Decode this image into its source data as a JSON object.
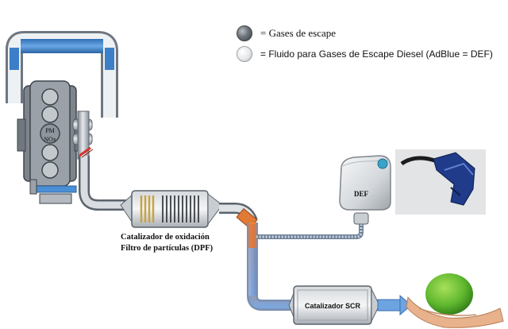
{
  "legend": {
    "exhaust_gas_label": "= Gases de escape",
    "def_label": "= Fluido para Gases de Escape Diesel (AdBlue = DEF)"
  },
  "engine": {
    "pm_label": "PM",
    "nox_label": "NOx"
  },
  "dpf": {
    "line1": "Catalizador de oxidación",
    "line2": "Filtro de partículas (DPF)"
  },
  "def_tank": {
    "label": "DEF"
  },
  "scr": {
    "label": "Catalizador SCR"
  },
  "colors": {
    "pipe_blue": "#4a8fd6",
    "pipe_hot": "#e06a28",
    "engine_gray": "#8a9099",
    "def_line": "#8fa0b3"
  }
}
